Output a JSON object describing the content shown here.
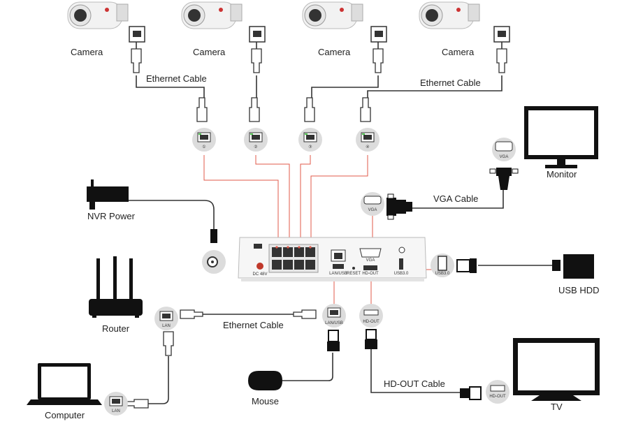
{
  "labels": {
    "camera1": "Camera",
    "camera2": "Camera",
    "camera3": "Camera",
    "camera4": "Camera",
    "ethernet_cable_left": "Ethernet Cable",
    "ethernet_cable_right": "Ethernet Cable",
    "monitor": "Monitor",
    "vga_cable": "VGA Cable",
    "nvr_power": "NVR Power",
    "usb_hdd": "USB HDD",
    "router": "Router",
    "ethernet_cable_lan": "Ethernet Cable",
    "mouse": "Mouse",
    "computer": "Computer",
    "hd_out_cable": "HD-OUT Cable",
    "tv": "TV"
  },
  "port_badges": {
    "vga": "VGA",
    "vga_monitor": "VGA",
    "lan_router": "LAN",
    "lan_computer": "LAN",
    "hd_out": "HD-OUT",
    "hd_out_tv": "HD-OUT",
    "usb": "USB3.0",
    "lan_nvr": "LAN/USB",
    "poe1": "①",
    "poe2": "②",
    "poe3": "③",
    "poe4": "④"
  },
  "nvr_panel": {
    "dc_in": "DC 48V",
    "lan": "LAN/USB",
    "reset": "RESET",
    "vga": "VGA",
    "hd_out": "HD-OUT",
    "usb": "USB3.0"
  },
  "colors": {
    "cable": "#333333",
    "poe_link": "#e0584a",
    "badge_fill": "#dcdcdc",
    "device": "#111111"
  }
}
